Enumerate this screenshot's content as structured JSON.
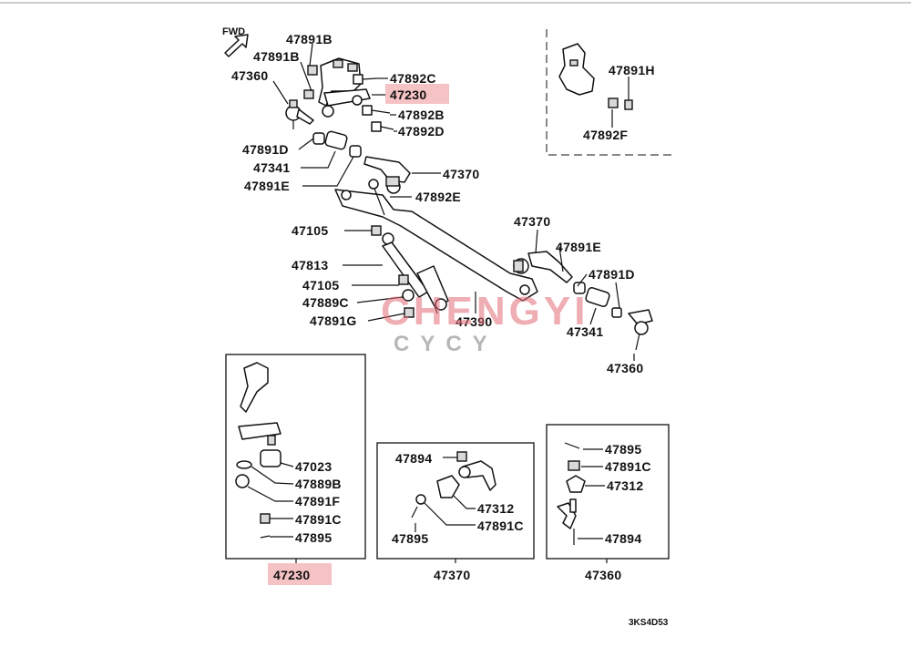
{
  "diagram": {
    "direction_label": "FWD",
    "drawing_code": "3KS4D53",
    "highlight_color": "#f6c3c4",
    "watermark": {
      "main": "CHENGYI",
      "sub": "CYCY",
      "color": "#e36b78"
    },
    "main_labels": {
      "l1": "47891B",
      "l2": "47891B",
      "l3": "47360",
      "l4": "47892C",
      "l5": "47230",
      "l6": "47892B",
      "l7": "47892D",
      "l8": "47891D",
      "l9": "47341",
      "l10": "47891E",
      "l11": "47370",
      "l12": "47892E",
      "l13": "47105",
      "l14": "47813",
      "l15": "47105",
      "l16": "47889C",
      "l17": "47891G",
      "l18": "47390",
      "l19": "47370",
      "l20": "47891E",
      "l21": "47891D",
      "l22": "47341",
      "l23": "47360"
    },
    "inset_top": {
      "l1": "47891H",
      "l2": "47892F"
    },
    "box_47230": {
      "title": "47230",
      "l1": "47023",
      "l2": "47889B",
      "l3": "47891F",
      "l4": "47891C",
      "l5": "47895"
    },
    "box_47370": {
      "title": "47370",
      "l1": "47894",
      "l2": "47312",
      "l3": "47891C",
      "l4": "47895"
    },
    "box_47360": {
      "title": "47360",
      "l1": "47895",
      "l2": "47891C",
      "l3": "47312",
      "l4": "47894"
    }
  }
}
